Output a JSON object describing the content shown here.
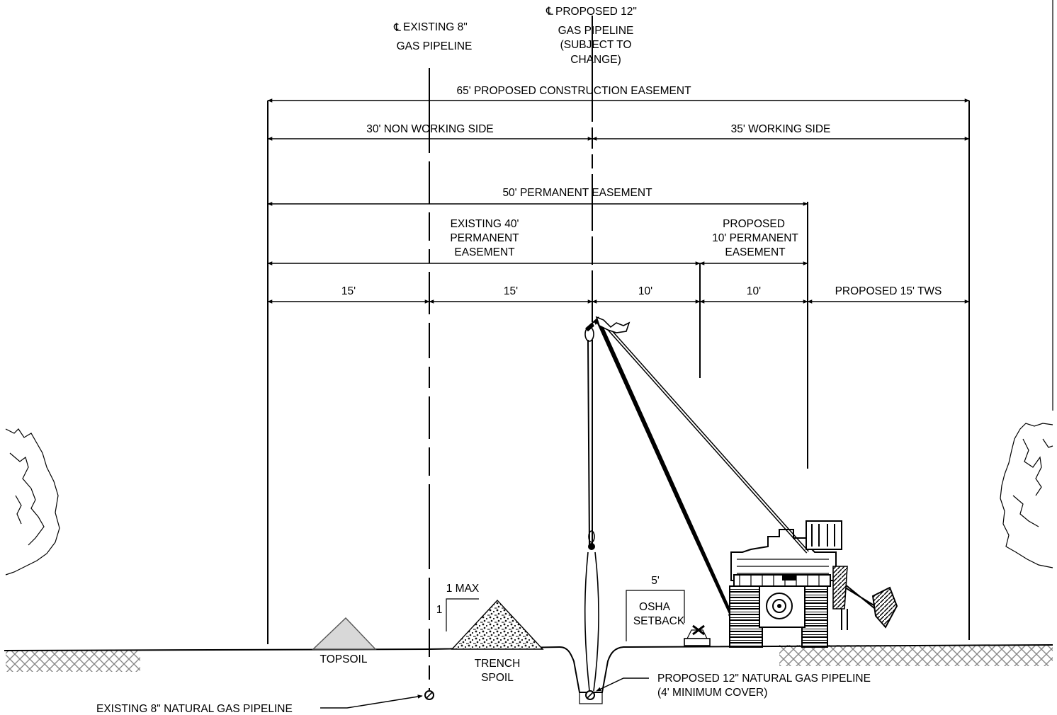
{
  "centerlines": {
    "existing": {
      "symbol": "℄",
      "line1": "EXISTING 8\"",
      "line2": "GAS PIPELINE"
    },
    "proposed": {
      "symbol": "℄",
      "line1": "PROPOSED 12\"",
      "line2": "GAS PIPELINE",
      "line3": "(SUBJECT TO",
      "line4": "CHANGE)"
    }
  },
  "dimensions": {
    "construction_easement": "65' PROPOSED CONSTRUCTION EASEMENT",
    "non_working_side": "30' NON WORKING SIDE",
    "working_side": "35' WORKING SIDE",
    "permanent_easement": "50' PERMANENT EASEMENT",
    "existing_permanent": {
      "line1": "EXISTING 40'",
      "line2": "PERMANENT",
      "line3": "EASEMENT"
    },
    "proposed_permanent": {
      "line1": "PROPOSED",
      "line2": "10' PERMANENT",
      "line3": "EASEMENT"
    },
    "segments": [
      "15'",
      "15'",
      "10'",
      "10'",
      "PROPOSED 15' TWS"
    ]
  },
  "ground_labels": {
    "topsoil": "TOPSOIL",
    "trench_spoil": {
      "line1": "TRENCH",
      "line2": "SPOIL"
    },
    "slope_run": "1 MAX",
    "slope_rise": "1",
    "osha_width": "5'",
    "osha": {
      "line1": "OSHA",
      "line2": "SETBACK"
    }
  },
  "callouts": {
    "existing_pipeline": "EXISTING 8\" NATURAL GAS PIPELINE",
    "proposed_pipeline": {
      "line1": "PROPOSED 12\" NATURAL GAS PIPELINE",
      "line2": "(4' MINIMUM COVER)"
    }
  }
}
